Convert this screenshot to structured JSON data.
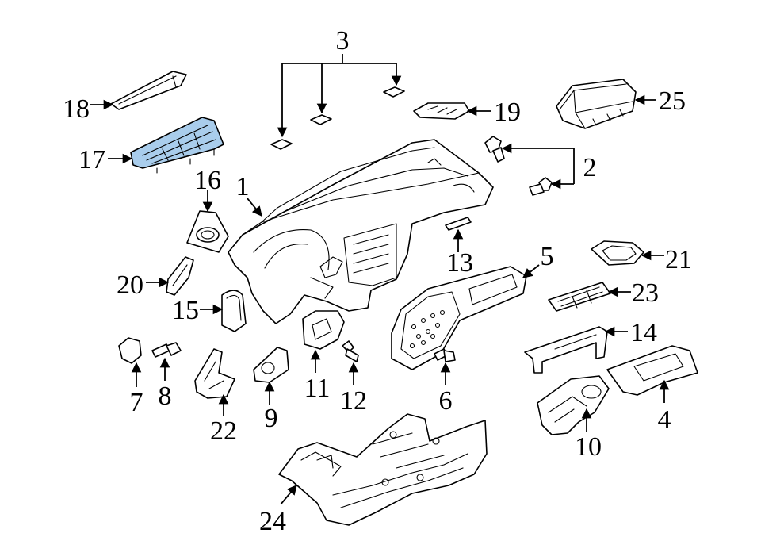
{
  "diagram": {
    "callouts": [
      {
        "id": "1",
        "text": "1"
      },
      {
        "id": "2",
        "text": "2"
      },
      {
        "id": "3",
        "text": "3"
      },
      {
        "id": "4",
        "text": "4"
      },
      {
        "id": "5",
        "text": "5"
      },
      {
        "id": "6",
        "text": "6"
      },
      {
        "id": "7",
        "text": "7"
      },
      {
        "id": "8",
        "text": "8"
      },
      {
        "id": "9",
        "text": "9"
      },
      {
        "id": "10",
        "text": "10"
      },
      {
        "id": "11",
        "text": "11"
      },
      {
        "id": "12",
        "text": "12"
      },
      {
        "id": "13",
        "text": "13"
      },
      {
        "id": "14",
        "text": "14"
      },
      {
        "id": "15",
        "text": "15"
      },
      {
        "id": "16",
        "text": "16"
      },
      {
        "id": "17",
        "text": "17"
      },
      {
        "id": "18",
        "text": "18"
      },
      {
        "id": "19",
        "text": "19"
      },
      {
        "id": "20",
        "text": "20"
      },
      {
        "id": "21",
        "text": "21"
      },
      {
        "id": "22",
        "text": "22"
      },
      {
        "id": "23",
        "text": "23"
      },
      {
        "id": "24",
        "text": "24"
      },
      {
        "id": "25",
        "text": "25"
      }
    ],
    "highlighted_part": "17",
    "colors": {
      "line": "#000000",
      "background": "#ffffff",
      "highlight_fill": "#a9cdec"
    }
  }
}
